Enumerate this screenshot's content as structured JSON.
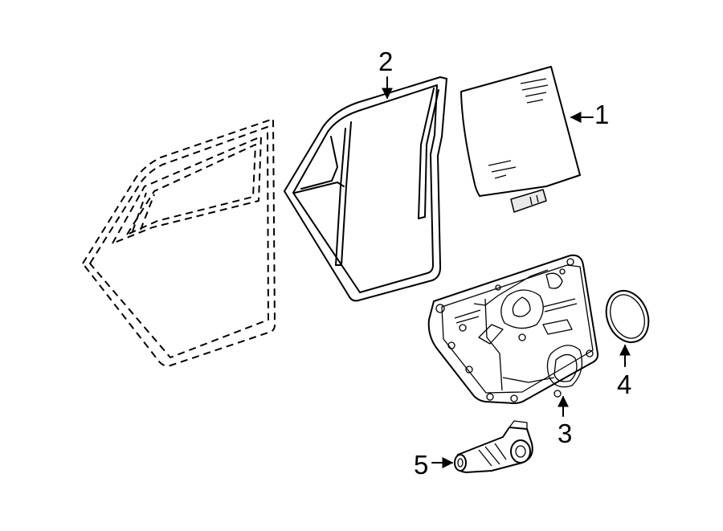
{
  "callouts": {
    "part1": "1",
    "part2": "2",
    "part3": "3",
    "part4": "4",
    "part5": "5"
  }
}
